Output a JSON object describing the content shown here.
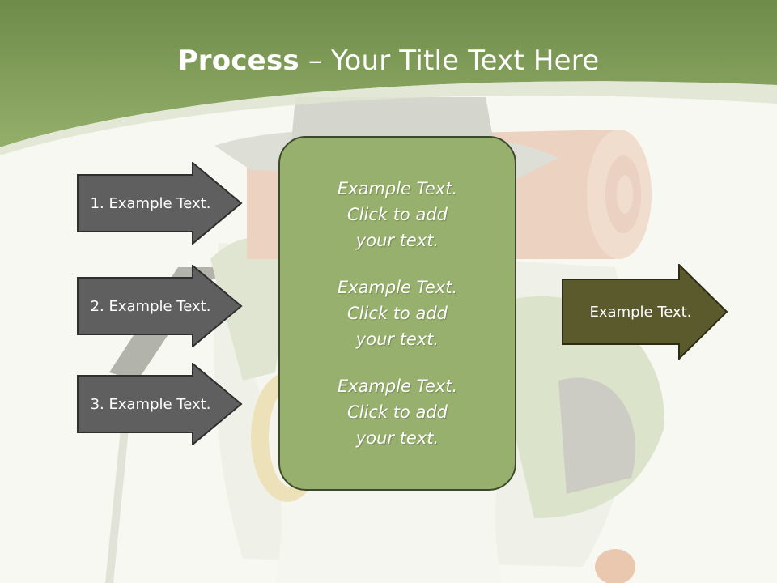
{
  "slide": {
    "title_bold": "Process",
    "title_rest": " – Your Title Text Here"
  },
  "left_arrows": [
    {
      "label": "1. Example Text."
    },
    {
      "label": "2. Example Text."
    },
    {
      "label": "3. Example Text."
    }
  ],
  "center_box": {
    "paragraphs": [
      "Example Text.\nClick  to add\nyour text.",
      "Example Text.\nClick  to add\nyour text.",
      "Example Text.\nClick  to add\nyour text."
    ]
  },
  "right_arrow": {
    "label": "Example Text."
  },
  "colors": {
    "header_green": "#86a55f",
    "left_arrow_fill": "#5f5f5f",
    "right_arrow_fill": "#5a5a2c",
    "center_box_fill": "#97b06d"
  }
}
